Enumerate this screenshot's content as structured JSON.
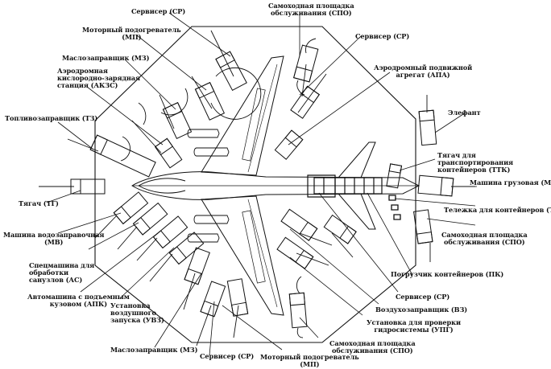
{
  "title": "Схема размещения средств наземного обслуживания самолёта",
  "colors": {
    "ink": "#111111",
    "background": "#ffffff"
  },
  "labels": {
    "sr_top": "Сервисер (СР)",
    "mp_top_1": "Моторный подогреватель",
    "mp_top_2": "(МП)",
    "mz_top": "Маслозаправщик (МЗ)",
    "akzs_1": "Аэродромная",
    "akzs_2": "кислородно-зарядная",
    "akzs_3": "станция (АКЗС)",
    "tz": "Топливозаправщик (ТЗ)",
    "spo_top_1": "Самоходная площадка",
    "spo_top_2": "обслуживания (СПО)",
    "sr_top_right": "Сервисер (СР)",
    "apa_1": "Аэродромный подвижной",
    "apa_2": "агрегат (АПА)",
    "elefant": "Элефант",
    "ttk_1": "Тягач для",
    "ttk_2": "транспортирования",
    "ttk_3": "контейнеров (ТТК)",
    "mg": "Машина грузовая (МГ)",
    "tk": "Тележка для контейнеров (ТК)",
    "spo_right_1": "Самоходная площадка",
    "spo_right_2": "обслуживания (СПО)",
    "tg": "Тягач (ТГ)",
    "mv_1": "Машина водозаправочная",
    "mv_2": "(МВ)",
    "as_1": "Спецмашина для",
    "as_2": "обработки",
    "as_3": "санузлов (АС)",
    "apk_1": "Автомашина с подъемным",
    "apk_2": "кузовом (АПК)",
    "uvz_1": "Установка",
    "uvz_2": "воздушного",
    "uvz_3": "запуска (УВЗ)",
    "mz_bottom": "Маслозаправщик (МЗ)",
    "sr_bottom": "Сервисер (СР)",
    "mp_bottom_1": "Моторный подогреватель",
    "mp_bottom_2": "(МП)",
    "spo_bottom_1": "Самоходная площадка",
    "spo_bottom_2": "обслуживания (СПО)",
    "upg_1": "Установка для проверки",
    "upg_2": "гидросистемы (УПГ)",
    "vz": "Воздухозаправщик (ВЗ)",
    "sr_right": "Сервисер (СР)",
    "pk": "Погрузчик контейнеров (ПК)"
  }
}
